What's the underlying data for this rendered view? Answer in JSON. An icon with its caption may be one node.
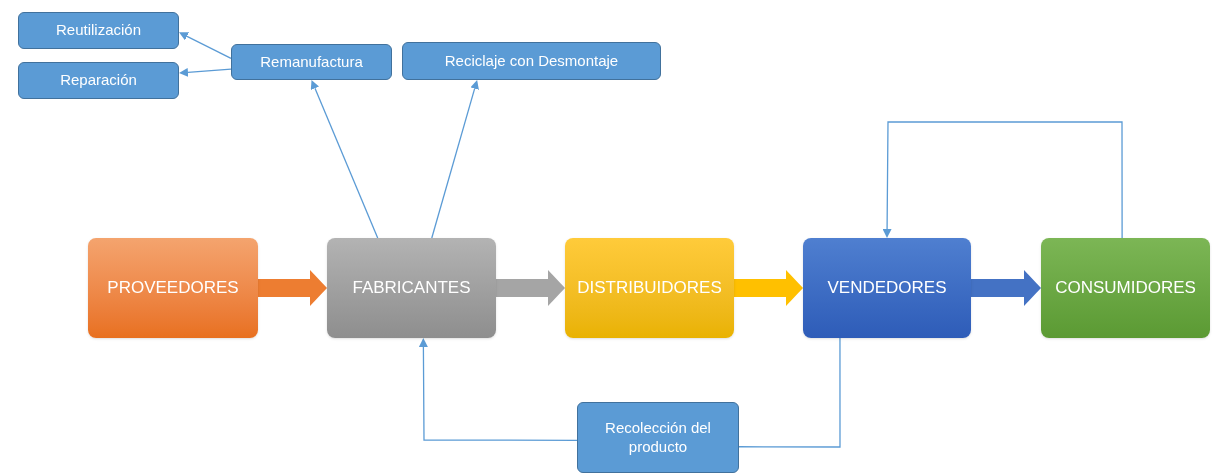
{
  "diagram": {
    "nodes": [
      {
        "text": [
          "Reutilización"
        ]
      },
      {
        "text": [
          "Reparación"
        ]
      },
      {
        "text": [
          "Remanufactura"
        ]
      },
      {
        "text": [
          "Reciclaje con Desmontaje"
        ]
      },
      {
        "text": [
          "PROVEEDORES"
        ]
      },
      {
        "text": [
          "FABRICANTES"
        ]
      },
      {
        "text": [
          "DISTRIBUIDORES"
        ]
      },
      {
        "text": [
          "VENDEDORES"
        ]
      },
      {
        "text": [
          "CONSUMIDORES"
        ]
      },
      {
        "text": [
          "Recolección del producto"
        ]
      }
    ],
    "edges": [
      {
        "from": 2,
        "to": 0,
        "arrow": "to"
      },
      {
        "from": 2,
        "to": 1,
        "arrow": "to"
      },
      {
        "from": 5,
        "to": 2,
        "arrow": "to"
      },
      {
        "from": 5,
        "to": 3,
        "arrow": "to"
      },
      {
        "from": 4,
        "to": 5,
        "arrow": "to",
        "style": "thick",
        "color": "#ed7d31"
      },
      {
        "from": 5,
        "to": 6,
        "arrow": "to",
        "style": "thick",
        "color": "#a5a5a5"
      },
      {
        "from": 6,
        "to": 7,
        "arrow": "to",
        "style": "thick",
        "color": "#ffc000"
      },
      {
        "from": 7,
        "to": 8,
        "arrow": "to",
        "style": "thick",
        "color": "#4472c4"
      },
      {
        "from": 8,
        "to": 7,
        "arrow": "to"
      },
      {
        "from": 7,
        "to": 9,
        "arrow": "none"
      },
      {
        "from": 9,
        "to": 5,
        "arrow": "to"
      }
    ]
  }
}
